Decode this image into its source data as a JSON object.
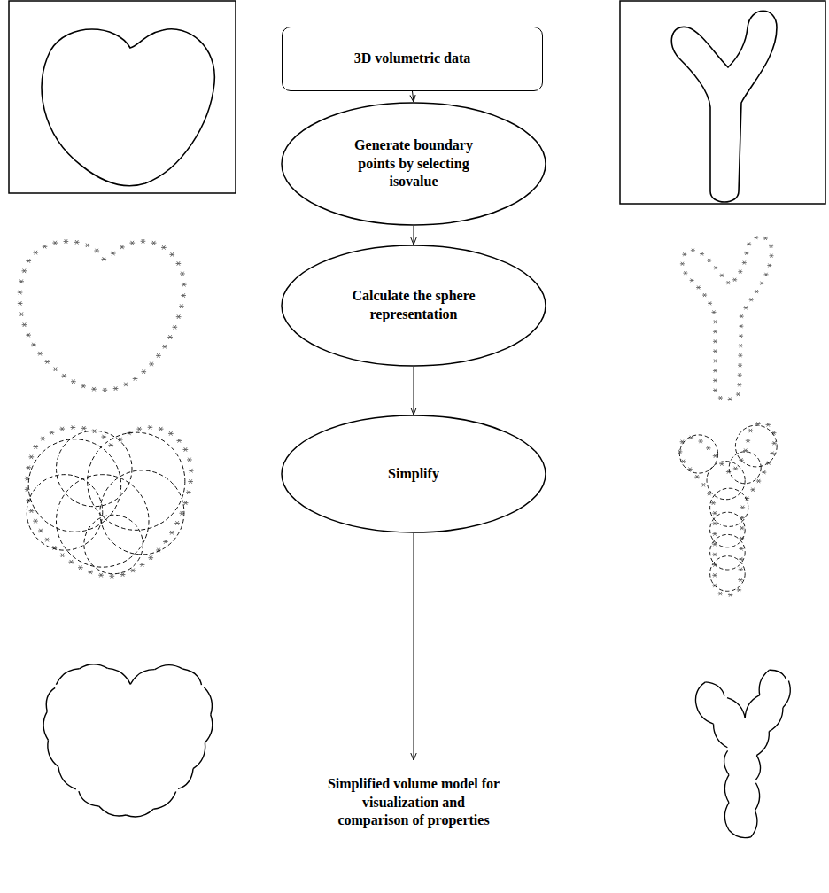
{
  "diagram": {
    "nodes": [
      {
        "text": [
          "3D volumetric data"
        ]
      },
      {
        "text": [
          "Generate boundary points by selecting isovalue"
        ]
      },
      {
        "text": [
          "Calculate the sphere representation"
        ]
      },
      {
        "text": [
          "Simplify"
        ]
      },
      {
        "text": [
          "Simplified volume model for visualization and comparison of properties"
        ]
      }
    ],
    "edges": [
      {
        "from": 0,
        "to": 1,
        "arrow": "to"
      },
      {
        "from": 1,
        "to": 2,
        "arrow": "to"
      },
      {
        "from": 2,
        "to": 3,
        "arrow": "to"
      },
      {
        "from": 3,
        "to": 4,
        "arrow": "to"
      }
    ]
  }
}
